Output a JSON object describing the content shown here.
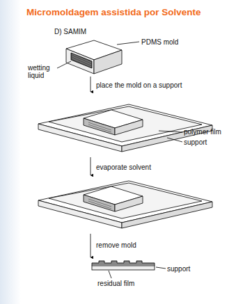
{
  "diagram": {
    "title": "Micromoldagem assistida por Solvente",
    "labels": [
      "D) SAMIM",
      "PDMS mold",
      "wetting liquid",
      "place the mold on a support",
      "polymer film",
      "support",
      "evaporate solvent",
      "remove mold",
      "support",
      "residual film"
    ]
  }
}
